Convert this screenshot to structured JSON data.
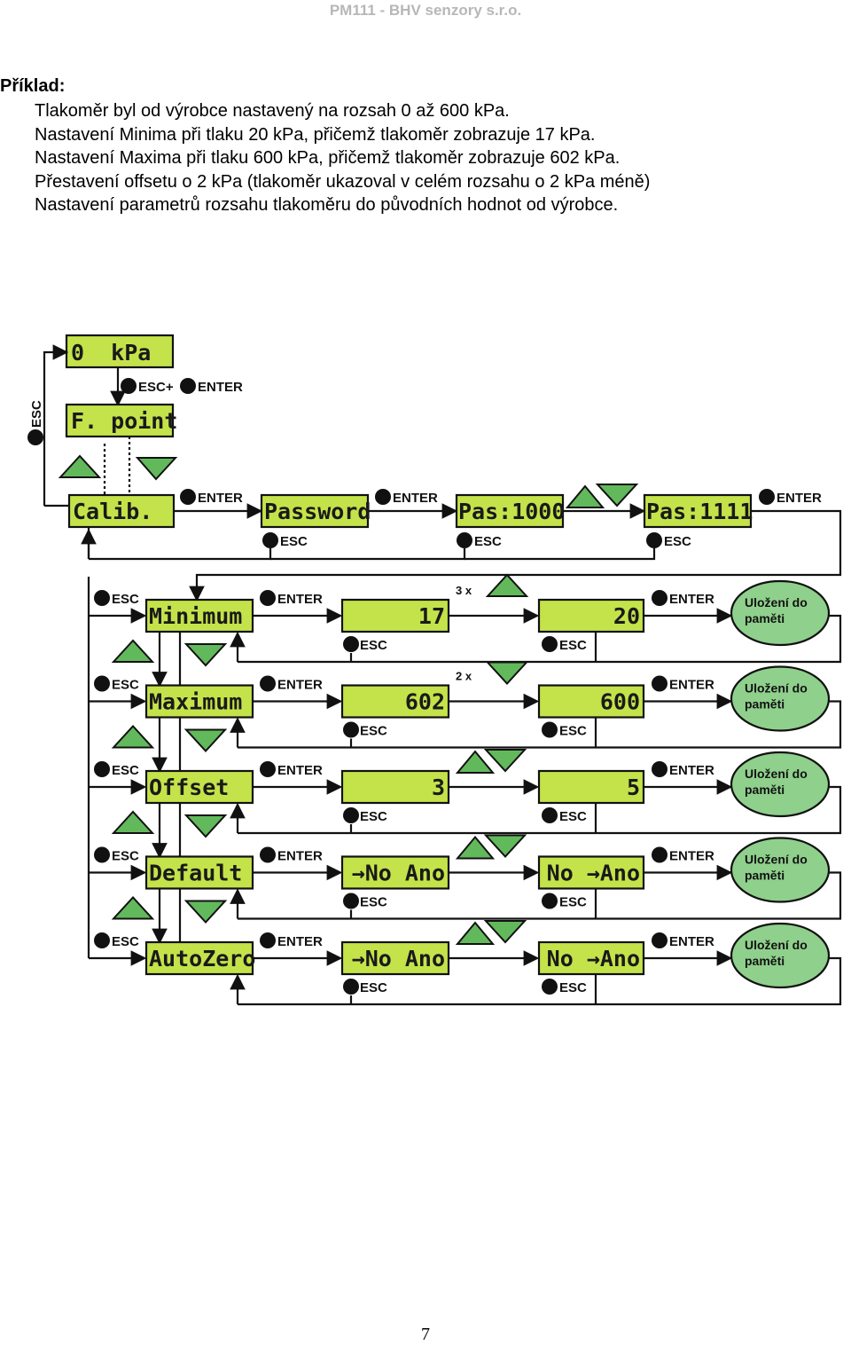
{
  "header": "PM111 - BHV senzory s.r.o.",
  "example_label": "Příklad:",
  "lines": [
    "Tlakoměr byl od výrobce nastavený na rozsah 0 až 600 kPa.",
    "Nastavení Minima při tlaku 20 kPa, přičemž tlakoměr zobrazuje 17 kPa.",
    "Nastavení Maxima při tlaku 600 kPa, přičemž tlakoměr zobrazuje 602 kPa.",
    "Přestavení offsetu o 2 kPa (tlakoměr ukazoval v celém rozsahu o 2 kPa méně)",
    "Nastavení parametrů rozsahu tlakoměru do původních hodnot od výrobce."
  ],
  "diagram": {
    "top": {
      "display_main": "0  kPa",
      "display_fpoint": "F. point",
      "display_calib": "Calib.",
      "display_password": "Password",
      "display_pas1000": "Pas:1000",
      "display_pas1111": "Pas:1111",
      "esc_plus_enter": "ESC+",
      "enter": "ENTER",
      "esc": "ESC"
    },
    "rows": [
      {
        "menu": "Minimum",
        "value_a": "17",
        "value_b": "20",
        "mult": "3 x"
      },
      {
        "menu": "Maximum",
        "value_a": "602",
        "value_b": "600",
        "mult": "2 x"
      },
      {
        "menu": "Offset",
        "value_a": "3",
        "value_b": "5",
        "mult": ""
      },
      {
        "menu": "Default",
        "value_a": "→No  Ano",
        "value_b": "No →Ano",
        "mult": ""
      },
      {
        "menu": "AutoZero",
        "value_a": "→No  Ano",
        "value_b": "No →Ano",
        "mult": ""
      }
    ],
    "save_line1": "Uložení do",
    "save_line2": "paměti",
    "colors": {
      "lcd": "#c4e34a",
      "triangle": "#62b95b",
      "save": "#8fd08c"
    }
  },
  "page_number": "7"
}
